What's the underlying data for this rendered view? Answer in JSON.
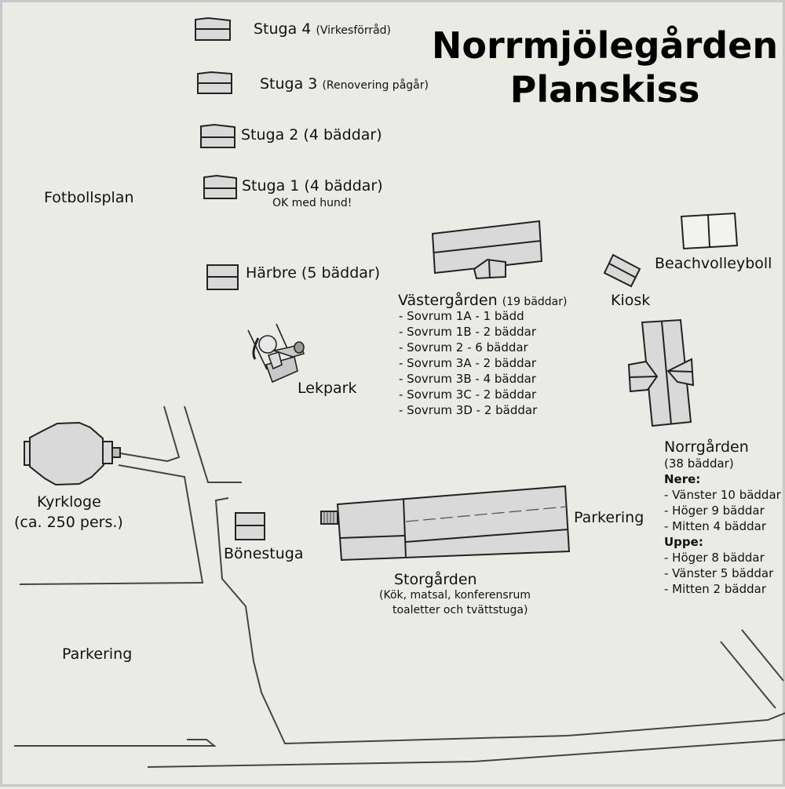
{
  "title_line1": "Norrmjölegården",
  "title_line2": "Planskiss",
  "areas": {
    "fotbollsplan": "Fotbollsplan",
    "beachvolleyboll": "Beachvolleyboll",
    "kiosk": "Kiosk",
    "lekpark": "Lekpark",
    "parkering_left": "Parkering",
    "parkering_right": "Parkering"
  },
  "cabins": [
    {
      "name": "Stuga 4",
      "note": "(Virkesförråd)"
    },
    {
      "name": "Stuga 3",
      "note": "(Renovering pågår)"
    },
    {
      "name": "Stuga 2 (4 bäddar)",
      "note": ""
    },
    {
      "name": "Stuga 1 (4 bäddar)",
      "note": "OK med hund!"
    }
  ],
  "harbre": "Härbre (5 bäddar)",
  "kyrkloge": {
    "name": "Kyrkloge",
    "capacity": "(ca. 250 pers.)"
  },
  "bonestuga": "Bönestuga",
  "storgarden": {
    "name": "Storgården",
    "desc1": "(Kök, matsal, konferensrum",
    "desc2": "toaletter och tvättstuga)"
  },
  "vastergarden": {
    "name": "Västergården",
    "beds": "(19 bäddar)",
    "rooms": [
      "- Sovrum 1A - 1 bädd",
      "- Sovrum 1B - 2 bäddar",
      "- Sovrum 2 - 6 bäddar",
      "- Sovrum 3A - 2 bäddar",
      "- Sovrum 3B - 4 bäddar",
      "- Sovrum 3C - 2 bäddar",
      "- Sovrum 3D - 2 bäddar"
    ]
  },
  "norrgarden": {
    "name": "Norrgården",
    "beds": "(38 bäddar)",
    "nere_label": "Nere:",
    "nere": [
      "- Vänster 10 bäddar",
      "- Höger 9 bäddar",
      "- Mitten 4 bäddar"
    ],
    "uppe_label": "Uppe:",
    "uppe": [
      "- Höger 8 bäddar",
      "- Vänster 5 bäddar",
      "- Mitten 2 bäddar"
    ]
  },
  "colors": {
    "background": "#ebebe6",
    "building_fill": "#d9d9d9",
    "outline": "#222222",
    "road": "#444444"
  }
}
